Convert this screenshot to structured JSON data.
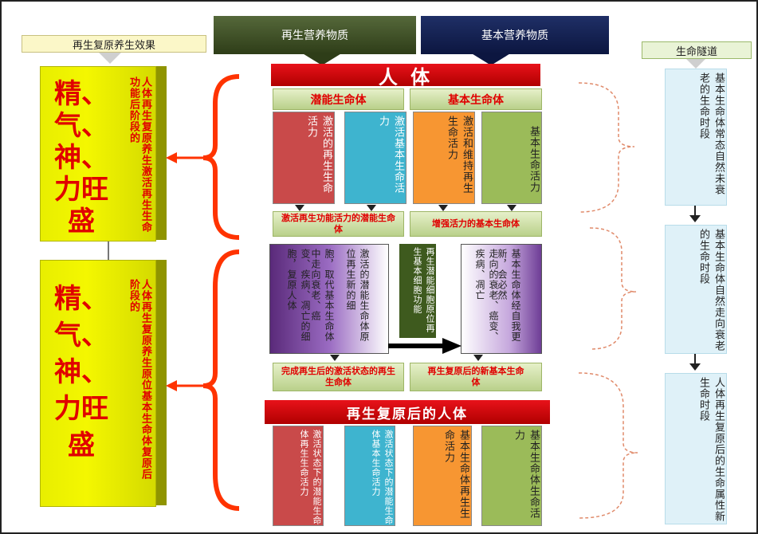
{
  "top": {
    "left_label": "再生复原养生效果",
    "center_left": "再生营养物质",
    "center_right": "基本营养物质",
    "right_label": "生命隧道",
    "human": "人 体"
  },
  "left": {
    "pillar1_big": "精、气、神、力旺盛",
    "pillar1_small": "人体再生复原养生激活再生生命功能后阶段的",
    "pillar2_big": "精、气、神、力旺盛",
    "pillar2_small": "人体再生复原养生原位基本生命体复原后阶段的"
  },
  "row1": {
    "left_title": "潜能生命体",
    "right_title": "基本生命体",
    "cols": [
      "激活的再生生命活力",
      "激活基本生命活力",
      "激活和维持再生生命活力",
      "基本生命活力"
    ]
  },
  "row2": {
    "left": "激活再生功能活力的潜能生命体",
    "right": "增强活力的基本生命体"
  },
  "row3": {
    "purple1": "变、疾病、凋亡的细胞，复原人体",
    "purple2": "胞，取代基本生命体中走向衰老、癌",
    "white_left": "激活的潜能生命体原位再生新的细",
    "dark": "再生潜能细胞原位再生基本细胞功能",
    "white_right": "走向的衰老、癌变、疾病、凋亡",
    "purple_right": "基本生命体经自我更新，会必然"
  },
  "row4": {
    "left": "完成再生后的激活状态的再生生命体",
    "right": "再生复原后的新基本生命体"
  },
  "restored": "再生复原后的人体",
  "row5": {
    "cols": [
      "激活状态下的潜能生命体再生生命活力",
      "激活状态下的潜能生命体基本生命活力",
      "基本生命体再生生命活力",
      "基本生命体生命活力"
    ]
  },
  "right": {
    "box1": "基本生命体常态自然未衰老的生命时段",
    "box2": "基本生命体自然走向衰老的生命时段",
    "box3": "人体再生复原后的生命属性新生命时段"
  }
}
